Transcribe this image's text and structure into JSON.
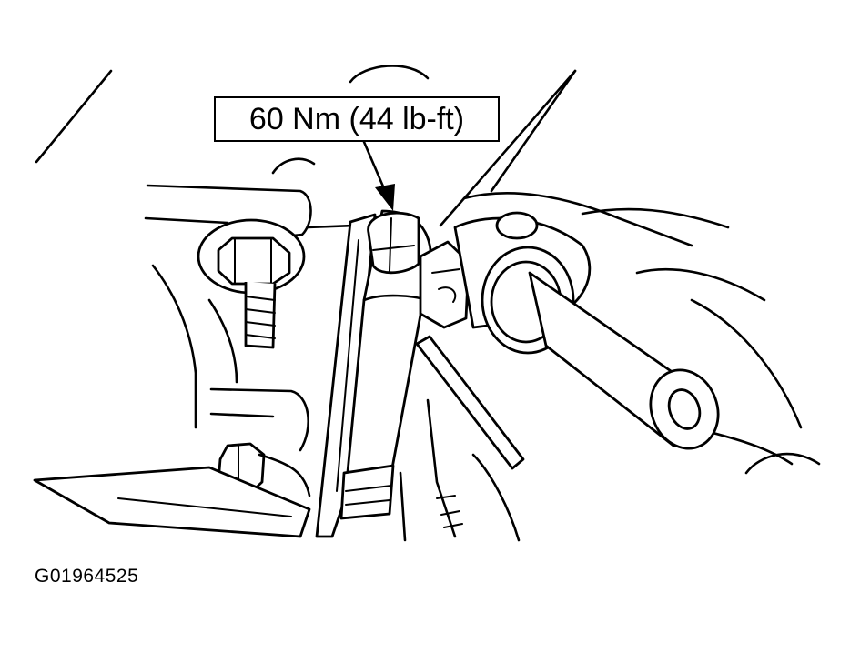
{
  "callout": {
    "torque_label": "60 Nm (44 lb-ft)"
  },
  "figure": {
    "id": "G01964525"
  },
  "drawing": {
    "components": [
      "tie-rod-end",
      "ball-joint-nut",
      "stud-bolt",
      "sleeve-bracket",
      "shaft",
      "flange-bolt"
    ]
  }
}
